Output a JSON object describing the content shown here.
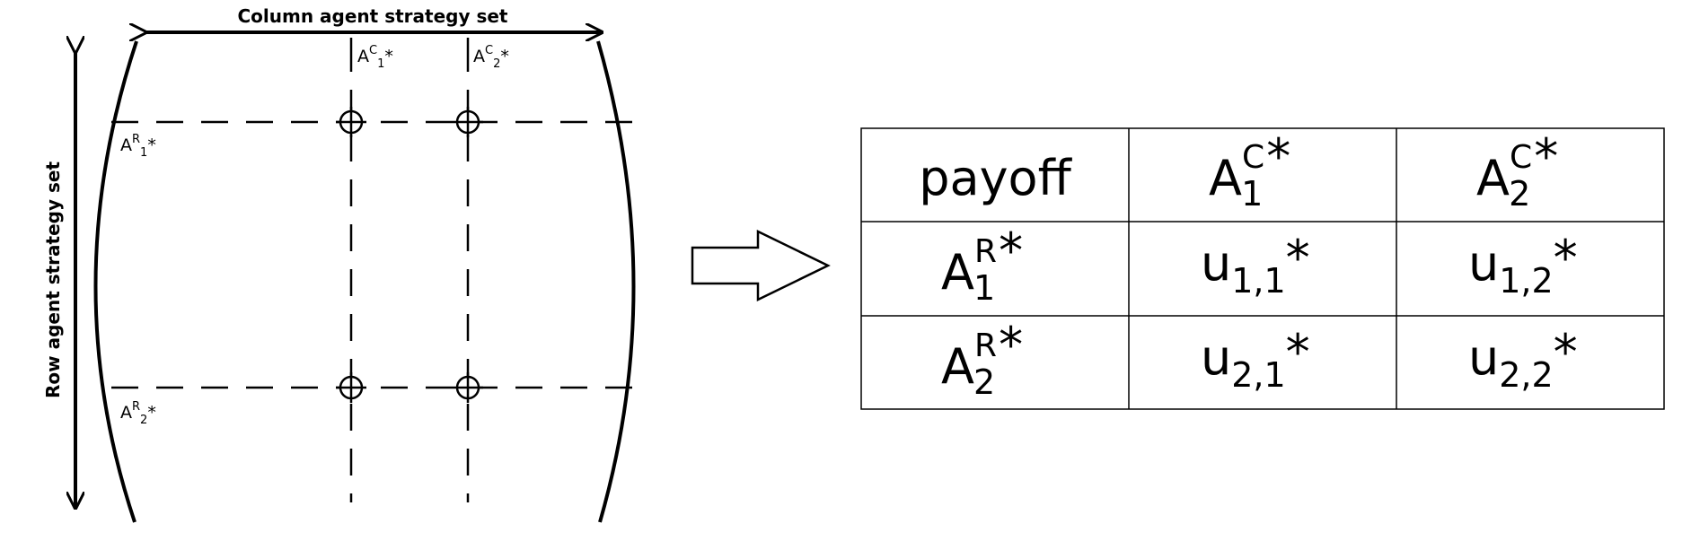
{
  "diagram": {
    "column_set_label": "Column agent strategy set",
    "row_set_label": "Row agent strategy set",
    "col_strategies": [
      {
        "base": "A",
        "sup": "C",
        "sub": "1",
        "suffix": "*"
      },
      {
        "base": "A",
        "sup": "C",
        "sub": "2",
        "suffix": "*"
      }
    ],
    "row_strategies": [
      {
        "base": "A",
        "sup": "R",
        "sub": "1",
        "suffix": "*"
      },
      {
        "base": "A",
        "sup": "R",
        "sub": "2",
        "suffix": "*"
      }
    ]
  },
  "table": {
    "corner": "payoff",
    "col_headers": [
      {
        "base": "A",
        "sup": "C",
        "sub": "1",
        "suffix": "*"
      },
      {
        "base": "A",
        "sup": "C",
        "sub": "2",
        "suffix": "*"
      }
    ],
    "row_headers": [
      {
        "base": "A",
        "sup": "R",
        "sub": "1",
        "suffix": "*"
      },
      {
        "base": "A",
        "sup": "R",
        "sub": "2",
        "suffix": "*"
      }
    ],
    "cells": [
      [
        {
          "base": "u",
          "sub": "1,1",
          "suffix": "*"
        },
        {
          "base": "u",
          "sub": "1,2",
          "suffix": "*"
        }
      ],
      [
        {
          "base": "u",
          "sub": "2,1",
          "suffix": "*"
        },
        {
          "base": "u",
          "sub": "2,2",
          "suffix": "*"
        }
      ]
    ]
  }
}
